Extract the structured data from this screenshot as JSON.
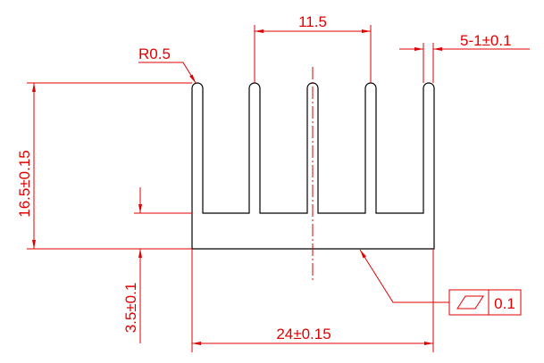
{
  "drawing": {
    "title": "Heatsink profile",
    "dimensions": {
      "fin_pitch": "11.5",
      "fin_thickness": "5-1±0.1",
      "fin_tip_radius": "R0.5",
      "total_height": "16.5±0.15",
      "base_thickness": "3.5±0.1",
      "width": "24±0.15"
    },
    "flatness_tolerance": {
      "symbol": "flatness-icon",
      "value": "0.1"
    },
    "fin_count": 5
  },
  "colors": {
    "outline": "#000000",
    "dimension": "#e00000"
  }
}
